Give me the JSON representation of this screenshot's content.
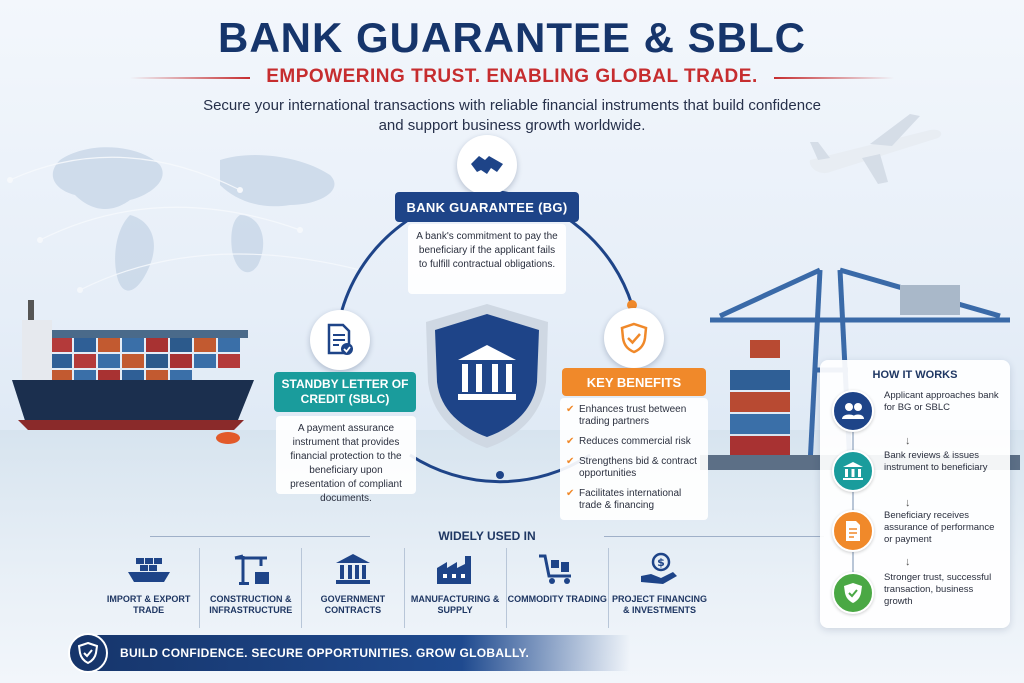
{
  "header": {
    "title": "BANK GUARANTEE & SBLC",
    "subtitle": "EMPOWERING TRUST. ENABLING GLOBAL TRADE.",
    "intro": "Secure your international transactions with reliable financial instruments that build confidence and support business growth worldwide."
  },
  "bank_guarantee": {
    "label": "BANK GUARANTEE (BG)",
    "description": "A bank's commitment to pay the beneficiary if the applicant fails to fulfill contractual obligations.",
    "icon": "handshake-icon"
  },
  "sblc": {
    "label": "STANDBY LETTER OF CREDIT (SBLC)",
    "description": "A payment assurance instrument that provides financial protection to the beneficiary upon presentation of compliant documents.",
    "icon": "document-check-icon"
  },
  "key_benefits": {
    "label": "KEY BENEFITS",
    "icon": "shield-check-icon",
    "items": [
      "Enhances trust between trading partners",
      "Reduces commercial risk",
      "Strengthens bid & contract opportunities",
      "Facilitates international trade & financing"
    ]
  },
  "widely_used": {
    "title": "WIDELY USED IN",
    "items": [
      {
        "label": "IMPORT & EXPORT TRADE",
        "icon": "cargo-ship-icon"
      },
      {
        "label": "CONSTRUCTION & INFRASTRUCTURE",
        "icon": "crane-icon"
      },
      {
        "label": "GOVERNMENT CONTRACTS",
        "icon": "government-building-icon"
      },
      {
        "label": "MANUFACTURING & SUPPLY",
        "icon": "factory-icon"
      },
      {
        "label": "COMMODITY TRADING",
        "icon": "cart-icon"
      },
      {
        "label": "PROJECT FINANCING & INVESTMENTS",
        "icon": "money-hand-icon"
      }
    ]
  },
  "how_it_works": {
    "title": "HOW IT WORKS",
    "steps": [
      {
        "text": "Applicant approaches bank for BG or SBLC",
        "icon": "people-icon",
        "color": "#1e4488"
      },
      {
        "text": "Bank reviews & issues instrument to beneficiary",
        "icon": "bank-icon",
        "color": "#1a9c9c"
      },
      {
        "text": "Beneficiary receives assurance of performance or payment",
        "icon": "document-icon",
        "color": "#f0892a"
      },
      {
        "text": "Stronger trust, successful transaction, business growth",
        "icon": "shield-check-icon",
        "color": "#4aa844"
      }
    ]
  },
  "footer": {
    "text": "BUILD CONFIDENCE. SECURE OPPORTUNITIES. GROW GLOBALLY.",
    "icon": "shield-check-icon"
  },
  "colors": {
    "navy": "#16356b",
    "red": "#c62d2f",
    "teal": "#1a9c9c",
    "orange": "#f0892a",
    "green": "#4aa844"
  }
}
